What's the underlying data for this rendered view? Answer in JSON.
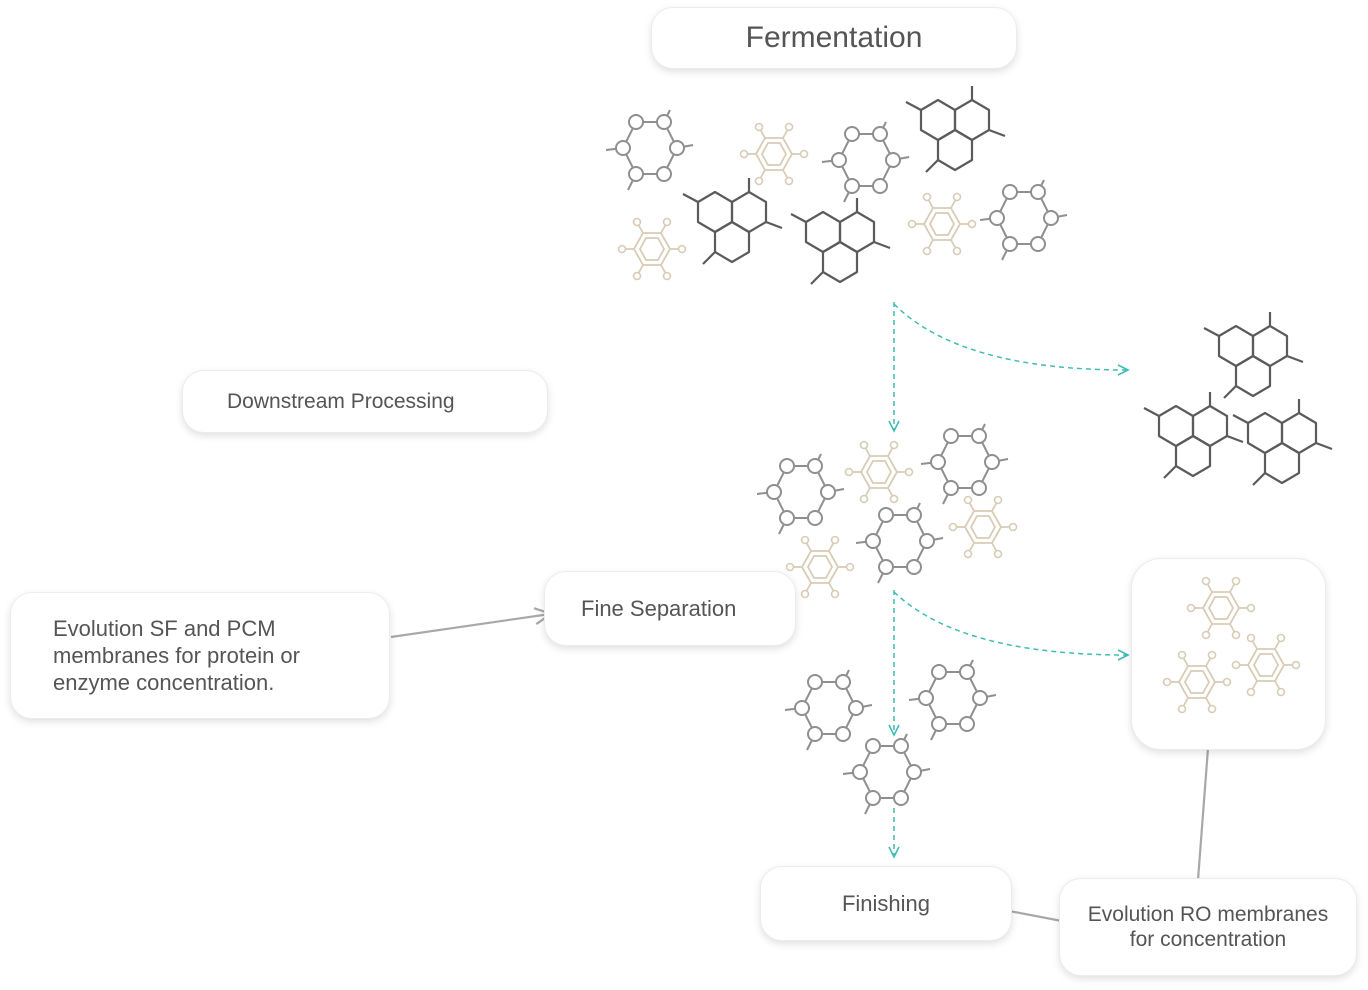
{
  "labels": {
    "fermentation": "Fermentation",
    "downstream": "Downstream Processing",
    "fine_separation": "Fine Separation",
    "sf_pcm": "Evolution SF and PCM\nmembranes for protein or\nenzyme concentration.",
    "finishing": "Finishing",
    "ro": "Evolution RO membranes\nfor concentration"
  },
  "colors": {
    "dark_molecule": "#555555",
    "ring_molecule": "#8f8f8f",
    "beige_molecule": "#d8ccb6",
    "flow_arrow": "#3fbcb3",
    "pointer_arrow": "#a8a8a8"
  }
}
